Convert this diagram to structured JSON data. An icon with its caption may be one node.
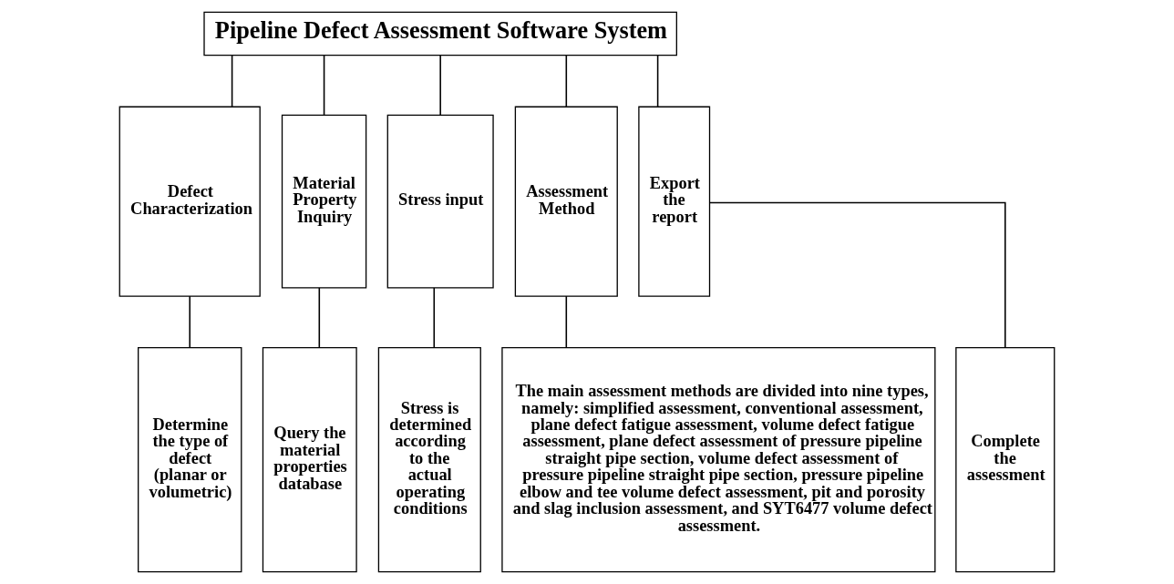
{
  "diagram": {
    "nodes": [
      {
        "text": [
          "Pipeline Defect Assessment Software System"
        ]
      },
      {
        "text": [
          "Defect Characterization"
        ]
      },
      {
        "text": [
          "Material Property Inquiry"
        ]
      },
      {
        "text": [
          "Stress input"
        ]
      },
      {
        "text": [
          "Assessment Method"
        ]
      },
      {
        "text": [
          "Export the report"
        ]
      },
      {
        "text": [
          "Determine the type of defect (planar or volumetric)"
        ]
      },
      {
        "text": [
          "Query the material properties database"
        ]
      },
      {
        "text": [
          "Stress is determined according to the actual operating conditions"
        ]
      },
      {
        "text": [
          "The main assessment methods are divided into nine types, namely: simplified assessment, conventional assessment, plane defect fatigue assessment, volume defect fatigue assessment, plane defect assessment of pressure pipeline straight pipe section, volume defect assessment of pressure pipeline straight pipe section, pressure pipeline elbow and tee volume defect assessment, pit and porosity and slag inclusion assessment, and SYT6477 volume defect assessment."
        ]
      },
      {
        "text": [
          "Complete the assessment"
        ]
      }
    ],
    "edges": [
      {
        "from": 0,
        "to": 1,
        "arrow": "none"
      },
      {
        "from": 0,
        "to": 2,
        "arrow": "none"
      },
      {
        "from": 0,
        "to": 3,
        "arrow": "none"
      },
      {
        "from": 0,
        "to": 4,
        "arrow": "none"
      },
      {
        "from": 0,
        "to": 5,
        "arrow": "none"
      },
      {
        "from": 1,
        "to": 6,
        "arrow": "none"
      },
      {
        "from": 2,
        "to": 7,
        "arrow": "none"
      },
      {
        "from": 3,
        "to": 8,
        "arrow": "none"
      },
      {
        "from": 4,
        "to": 9,
        "arrow": "none"
      },
      {
        "from": 5,
        "to": 10,
        "arrow": "none"
      }
    ]
  }
}
